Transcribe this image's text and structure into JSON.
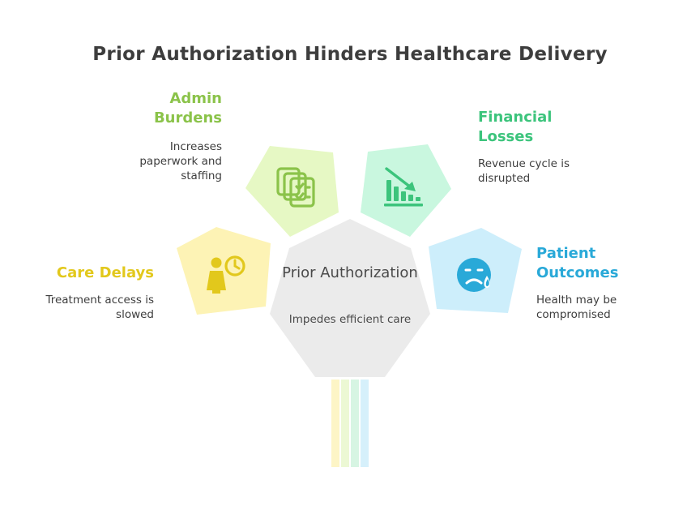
{
  "title": "Prior Authorization Hinders Healthcare Delivery",
  "center": {
    "title": "Prior Authorization",
    "description": "Impedes efficient care",
    "color": "#ebebeb"
  },
  "factors": [
    {
      "id": "admin",
      "title": "Admin Burdens",
      "description": "Increases paperwork and staffing",
      "icon": "documents-checklist-icon",
      "color": "#8bc34a",
      "fill": "#e6f8c4"
    },
    {
      "id": "financial",
      "title": "Financial Losses",
      "description": "Revenue cycle is disrupted",
      "icon": "declining-bar-chart-icon",
      "color": "#3cc47c",
      "fill": "#c9f7df"
    },
    {
      "id": "care",
      "title": "Care Delays",
      "description": "Treatment access is slowed",
      "icon": "person-clock-icon",
      "color": "#e2c81c",
      "fill": "#fdf3b5"
    },
    {
      "id": "patient",
      "title": "Patient Outcomes",
      "description": "Health may be compromised",
      "icon": "sad-face-tear-icon",
      "color": "#29a9d8",
      "fill": "#cdeefb"
    }
  ]
}
